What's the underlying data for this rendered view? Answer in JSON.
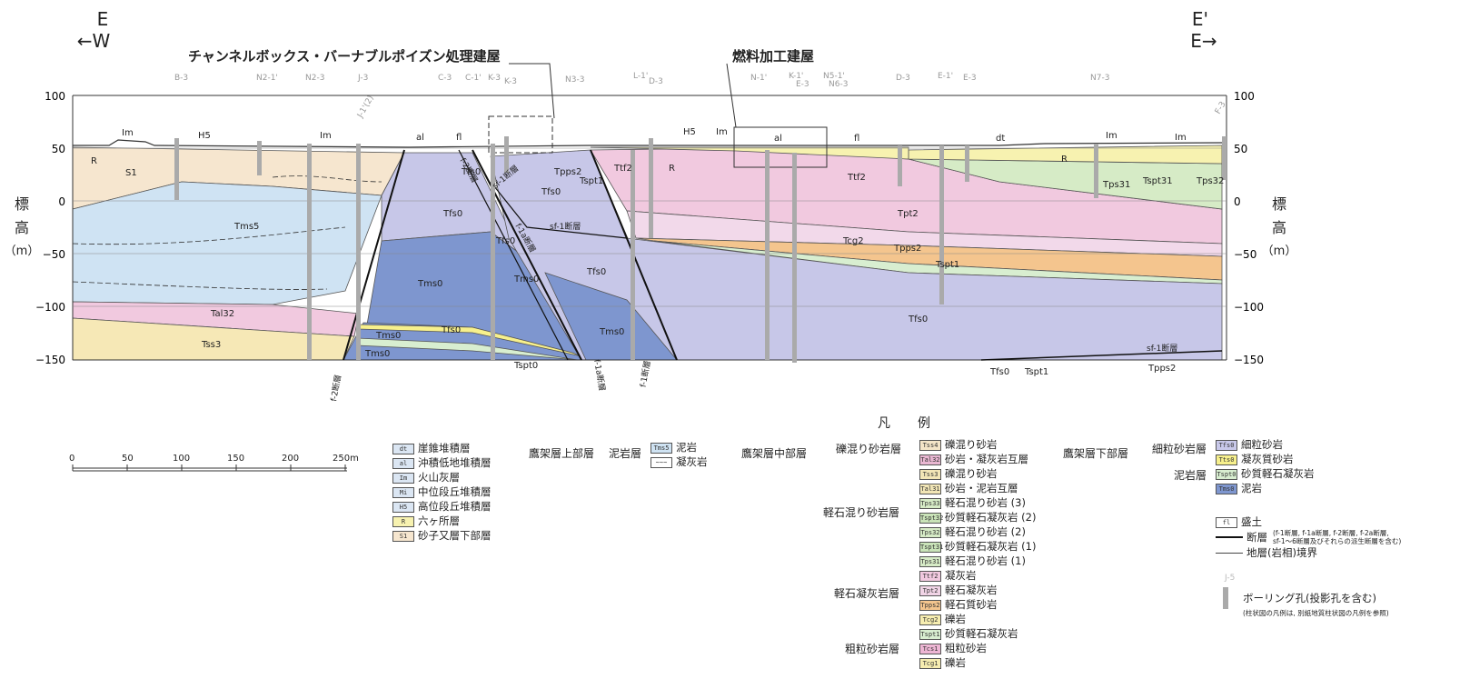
{
  "directions": {
    "left_top": "E",
    "left_bottom": "←W",
    "right_top": "E'",
    "right_bottom": "E→"
  },
  "buildings": {
    "b1": "チャンネルボックス・バーナブルポイズン処理建屋",
    "b2": "燃料加工建屋"
  },
  "elevation_label": {
    "chars": [
      "標",
      "高"
    ],
    "unit": "（m）"
  },
  "elevation_ticks": [
    "100",
    "50",
    "0",
    "−50",
    "−100",
    "−150"
  ],
  "boreholes": [
    "B-3",
    "N2-1'",
    "N2-3",
    "J-3",
    "J-1'(2)",
    "C-3",
    "C-1'",
    "K-3",
    "K-3",
    "N3-3",
    "L-1'",
    "D-3",
    "N-1'",
    "K-1'",
    "E-3",
    "N5-1'",
    "N6-3",
    "D-3",
    "E-1'",
    "E-3",
    "N7-3",
    "F-3"
  ],
  "surface_labels": [
    "Im",
    "H5",
    "Im",
    "al",
    "fl",
    "H5",
    "Im",
    "al",
    "fl",
    "dt",
    "Im",
    "Im"
  ],
  "unit_labels": {
    "R_left": "R",
    "S1": "S1",
    "Tms5": "Tms5",
    "Tal32": "Tal32",
    "Tss3": "Tss3",
    "Tfs0_a": "Tfs0",
    "Tfs0_b": "Tfs0",
    "Tfs0_c": "Tfs0",
    "Tfs0_d": "Tfs0",
    "Tfs0_e": "Tfs0",
    "Tfs0_f": "Tfs0",
    "Tfs0_g": "Tfs0",
    "Tfs0_h": "Tfs0",
    "Tms0_a": "Tms0",
    "Tms0_b": "Tms0",
    "Tms0_c": "Tms0",
    "Tms0_d": "Tms0",
    "Tms0_e": "Tms0",
    "Tspt0": "Tspt0",
    "Tpps2": "Tpps2",
    "Tspt1": "Tspt1",
    "Ttf2_a": "Ttf2",
    "R_mid": "R",
    "Ttf2_b": "Ttf2",
    "Tpt2": "Tpt2",
    "Tcg2": "Tcg2",
    "Tpps2_b": "Tpps2",
    "Tspt1_b": "Tspt1",
    "Tps31": "Tps31",
    "Tspt31": "Tspt31",
    "Tps32": "Tps32",
    "R_right": "R",
    "Tspt1_c": "Tspt1",
    "Tpps2_c": "Tpps2"
  },
  "faults": {
    "sf1_a": "sf-1断層",
    "sf1_b": "sf-1断層",
    "sf1_c": "sf-1断層",
    "f2": "f-2断層",
    "f1a": "f-1a断層",
    "f1": "f-1断層",
    "f2_small": "f-2断層",
    "f1a_small": "f-1a断層"
  },
  "scale": {
    "ticks": [
      "0",
      "50",
      "100",
      "150",
      "200",
      "250m"
    ]
  },
  "legend": {
    "title": "凡　例",
    "quaternary": [
      {
        "code": "dt",
        "label": "崖錐堆積層",
        "color": "#dbe6f3"
      },
      {
        "code": "al",
        "label": "沖積低地堆積層",
        "color": "#dbe6f3"
      },
      {
        "code": "Im",
        "label": "火山灰層",
        "color": "#dbe6f3"
      },
      {
        "code": "Mi",
        "label": "中位段丘堆積層",
        "color": "#dbe6f3"
      },
      {
        "code": "H5",
        "label": "高位段丘堆積層",
        "color": "#dbe6f3"
      },
      {
        "code": "R",
        "label": "六ヶ所層",
        "color": "#f7f2b0"
      },
      {
        "code": "S1",
        "label": "砂子又層下部層",
        "color": "#f6e6cf"
      }
    ],
    "upper": {
      "formation": "鷹架層上部層",
      "group": "泥岩層",
      "items": [
        {
          "code": "Tms5",
          "label": "泥岩"
        },
        {
          "code": "~~~",
          "label": "凝灰岩"
        }
      ]
    },
    "middle": {
      "formation": "鷹架層中部層",
      "groups": [
        {
          "name": "礫混り砂岩層",
          "items": [
            {
              "code": "Tss4",
              "label": "礫混り砂岩",
              "color": "#f4e5c8"
            }
          ]
        },
        {
          "name": "",
          "items": [
            {
              "code": "Tal32",
              "label": "砂岩・凝灰岩互層",
              "color": "#e9b7d2"
            },
            {
              "code": "Tss3",
              "label": "礫混り砂岩",
              "color": "#f2e6b6"
            },
            {
              "code": "Tal31",
              "label": "砂岩・泥岩互層",
              "color": "#f2e6b6"
            }
          ]
        },
        {
          "name": "軽石混り砂岩層",
          "items": [
            {
              "code": "Tps33",
              "label": "軽石混り砂岩 (3)",
              "color": "#d6ebc6"
            },
            {
              "code": "Tspt32",
              "label": "砂質軽石凝灰岩 (2)",
              "color": "#c9e3b8"
            },
            {
              "code": "Tps32",
              "label": "軽石混り砂岩 (2)",
              "color": "#d6ebc6"
            },
            {
              "code": "Tspt31",
              "label": "砂質軽石凝灰岩 (1)",
              "color": "#c9e3b8"
            },
            {
              "code": "Tps31",
              "label": "軽石混り砂岩 (1)",
              "color": "#d6ebc6"
            }
          ]
        },
        {
          "name": "軽石凝灰岩層",
          "items": [
            {
              "code": "Ttf2",
              "label": "凝灰岩",
              "color": "#f1c9df"
            },
            {
              "code": "Tpt2",
              "label": "軽石凝灰岩",
              "color": "#f1d4e6"
            },
            {
              "code": "Tpps2",
              "label": "軽石質砂岩",
              "color": "#f4c58e"
            },
            {
              "code": "Tcg2",
              "label": "礫岩",
              "color": "#f6edb0"
            }
          ]
        },
        {
          "name": "粗粒砂岩層",
          "items": [
            {
              "code": "Tspt1",
              "label": "砂質軽石凝灰岩",
              "color": "#d8eed0"
            },
            {
              "code": "Tcs1",
              "label": "粗粒砂岩",
              "color": "#eeb6d4"
            },
            {
              "code": "Tcg1",
              "label": "礫岩",
              "color": "#f6edb0"
            }
          ]
        }
      ]
    },
    "lower": {
      "formation": "鷹架層下部層",
      "groups": [
        {
          "name": "細粒砂岩層",
          "items": [
            {
              "code": "Tfs0",
              "label": "細粒砂岩",
              "color": "#c9c9ea"
            }
          ]
        },
        {
          "name": "泥岩層",
          "items": [
            {
              "code": "Tts0",
              "label": "凝灰質砂岩",
              "color": "#f7f08c"
            },
            {
              "code": "Tspt0",
              "label": "砂質軽石凝灰岩",
              "color": "#d8eed0"
            },
            {
              "code": "Tms0",
              "label": "泥岩",
              "color": "#7e96cf"
            }
          ]
        }
      ]
    },
    "symbols": {
      "fill": {
        "code": "fl",
        "label": "盛土"
      },
      "fault": {
        "label": "断層",
        "note1": "(f-1断層, f-1a断層, f-2断層, f-2a断層,",
        "note2": "sf-1～6断層及びそれらの派生断層を含む)"
      },
      "boundary": {
        "label": "地層(岩相)境界"
      },
      "borehole": {
        "code": "J-5",
        "label": "ボーリング孔(投影孔を含む)",
        "note": "(柱状図の凡例は, 別紙地質柱状図の凡例を参照)"
      }
    }
  }
}
